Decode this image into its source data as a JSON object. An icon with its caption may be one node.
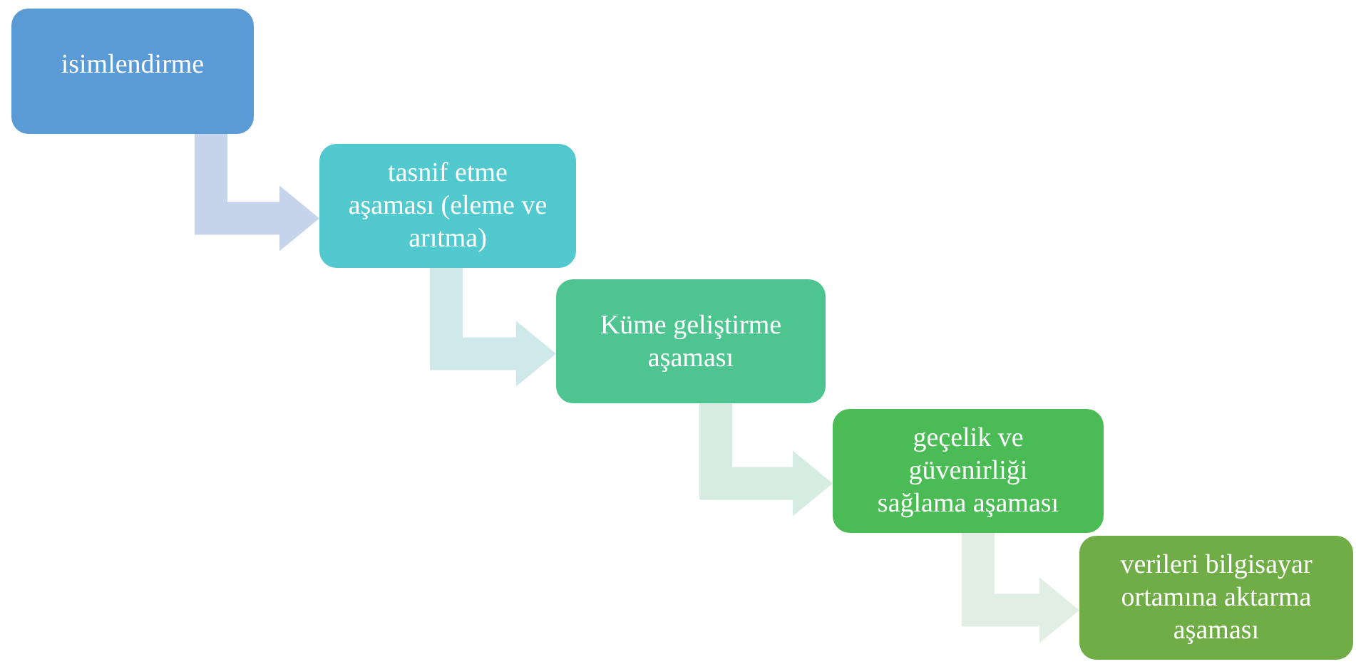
{
  "diagram": {
    "nodes": [
      {
        "text": [
          "isimlendirme"
        ]
      },
      {
        "text": [
          "tasnif etme aşaması (eleme ve arıtma)"
        ]
      },
      {
        "text": [
          "Küme geliştirme aşaması"
        ]
      },
      {
        "text": [
          "geçelik ve güvenirliği sağlama aşaması"
        ]
      },
      {
        "text": [
          "verileri bilgisayar ortamına aktarma aşaması"
        ]
      }
    ],
    "edges": [
      {
        "from": 0,
        "to": 1,
        "arrow": "to",
        "color": "#c5d4ea"
      },
      {
        "from": 1,
        "to": 2,
        "arrow": "to",
        "color": "#cfe9ea"
      },
      {
        "from": 2,
        "to": 3,
        "arrow": "to",
        "color": "#d5ece3"
      },
      {
        "from": 3,
        "to": 4,
        "arrow": "to",
        "color": "#e1eee4"
      }
    ]
  }
}
